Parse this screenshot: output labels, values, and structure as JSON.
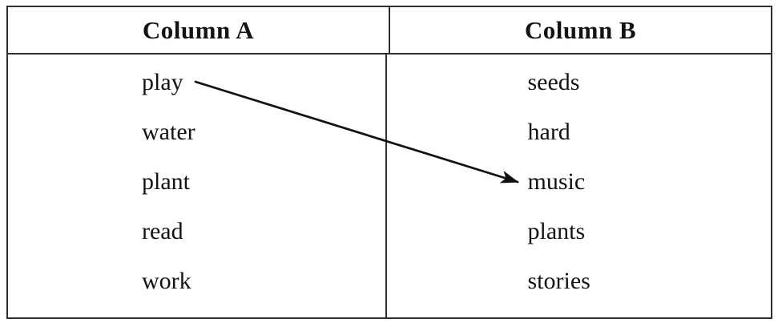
{
  "table": {
    "columns": [
      {
        "header": "Column A",
        "items": [
          "play",
          "water",
          "plant",
          "read",
          "work"
        ]
      },
      {
        "header": "Column B",
        "items": [
          "seeds",
          "hard",
          "music",
          "plants",
          "stories"
        ]
      }
    ],
    "match": {
      "from": "play",
      "to": "music"
    }
  },
  "colors": {
    "border": "#2e2e2e",
    "text": "#131313",
    "arrow": "#111111",
    "background": "#ffffff"
  }
}
